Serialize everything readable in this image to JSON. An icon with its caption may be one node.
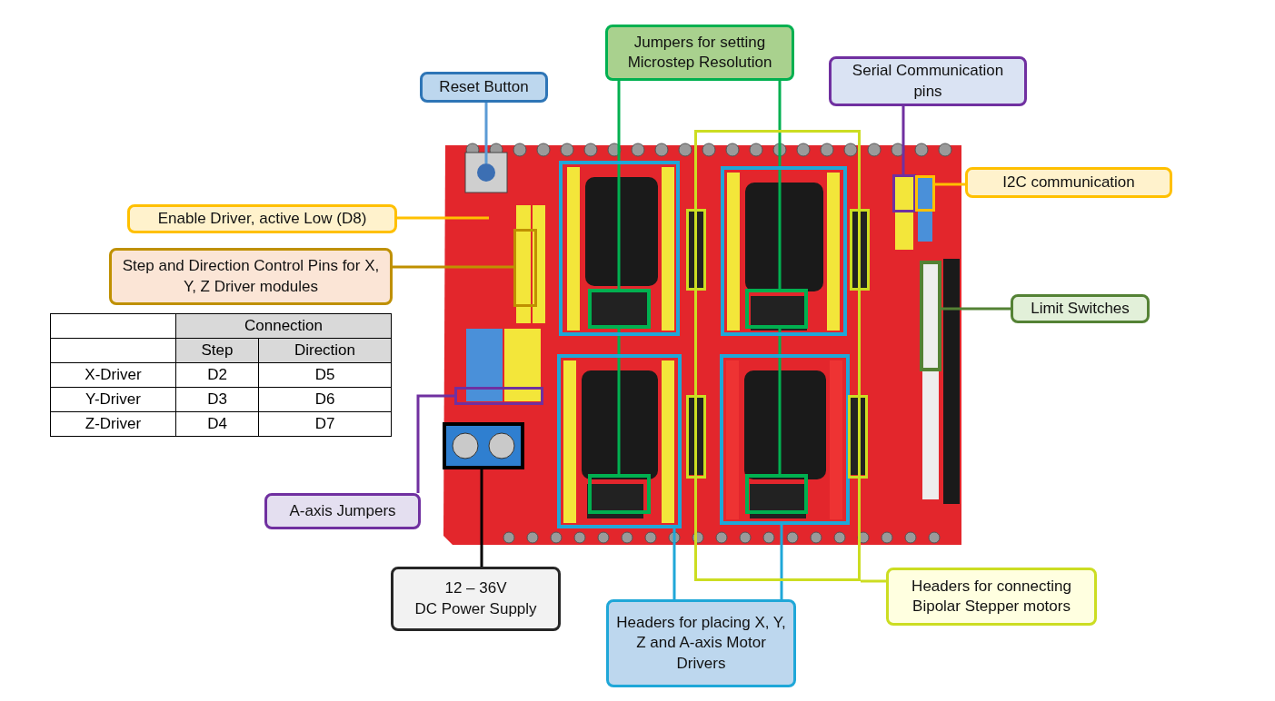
{
  "diagram": {
    "nodes": [
      {
        "text": [
          "Reset Button"
        ]
      },
      {
        "text": [
          "Jumpers for setting Microstep Resolution"
        ]
      },
      {
        "text": [
          "Serial Communication pins"
        ]
      },
      {
        "text": [
          "I2C communication"
        ]
      },
      {
        "text": [
          "Enable Driver, active Low (D8)"
        ]
      },
      {
        "text": [
          "Step and Direction Control Pins for X, Y, Z Driver modules"
        ]
      },
      {
        "text": [
          "Limit Switches"
        ]
      },
      {
        "text": [
          "A-axis Jumpers"
        ]
      },
      {
        "text": [
          "12 – 36V",
          "DC Power Supply"
        ]
      },
      {
        "text": [
          "Headers for placing X, Y, Z and A-axis Motor Drivers"
        ]
      },
      {
        "text": [
          "Headers for connecting Bipolar Stepper motors"
        ]
      },
      {
        "text": [],
        "shape": "box"
      },
      {
        "text": [],
        "shape": "box"
      },
      {
        "text": [],
        "shape": "box",
        "in": 11
      },
      {
        "text": [],
        "shape": "box"
      },
      {
        "text": [],
        "shape": "box",
        "in": 11
      },
      {
        "text": [],
        "shape": "box",
        "in": 12
      },
      {
        "text": [],
        "shape": "box",
        "in": 13
      },
      {
        "text": [],
        "shape": "box",
        "in": 14
      },
      {
        "text": [],
        "shape": "box",
        "in": 15
      },
      {
        "text": [],
        "shape": "box"
      },
      {
        "text": [],
        "shape": "box"
      },
      {
        "text": [],
        "shape": "box"
      },
      {
        "text": [],
        "shape": "box"
      },
      {
        "text": [],
        "shape": "box"
      },
      {
        "text": [],
        "shape": "box"
      },
      {
        "text": [],
        "shape": "box"
      },
      {
        "text": [],
        "shape": "box"
      },
      {
        "text": [],
        "shape": "box"
      },
      {
        "text": [],
        "shape": "box"
      }
    ],
    "edges": [
      {
        "from": 0,
        "to": null,
        "arrow": "none",
        "color": "#5b9bd5"
      },
      {
        "from": 1,
        "to": 16,
        "arrow": "none"
      },
      {
        "from": 1,
        "to": 17,
        "arrow": "none"
      },
      {
        "from": 16,
        "to": 18,
        "arrow": "none"
      },
      {
        "from": 17,
        "to": 19,
        "arrow": "none"
      },
      {
        "from": 2,
        "to": 20,
        "arrow": "none",
        "color": "#7030a0"
      },
      {
        "from": 3,
        "to": 21,
        "arrow": "none",
        "color": "#ffc000"
      },
      {
        "from": 4,
        "to": null,
        "arrow": "none",
        "color": "#ffc000"
      },
      {
        "from": 5,
        "to": 22,
        "arrow": "none",
        "color": "#bf9000"
      },
      {
        "from": 6,
        "to": 23,
        "arrow": "none",
        "color": "#548235"
      },
      {
        "from": 7,
        "to": 24,
        "arrow": "none",
        "color": "#7030a0"
      },
      {
        "from": 8,
        "to": 25,
        "arrow": "none",
        "color": "#000000"
      },
      {
        "from": 9,
        "to": 14,
        "arrow": "none",
        "color": "#1fa7d8"
      },
      {
        "from": 9,
        "to": 15,
        "arrow": "none",
        "color": "#1fa7d8"
      },
      {
        "from": 10,
        "to": 11,
        "arrow": "none",
        "color": "#ccdd22"
      }
    ],
    "labels": [
      "Connection",
      "Step",
      "Direction",
      "X-Driver",
      "D2",
      "D5",
      "Y-Driver",
      "D3",
      "D6",
      "Z-Driver",
      "D4",
      "D7"
    ]
  }
}
